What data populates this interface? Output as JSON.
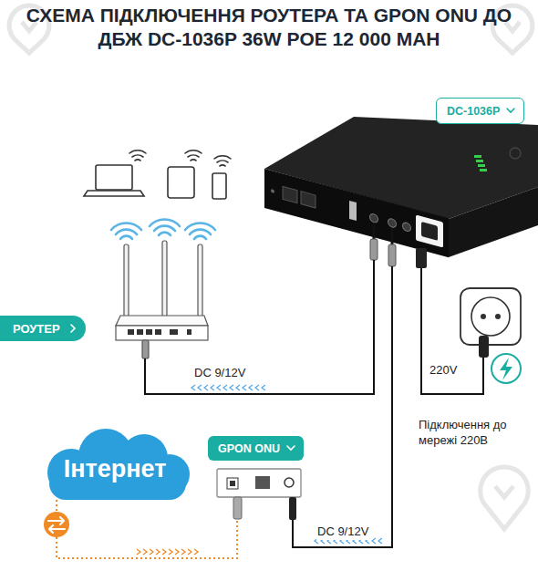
{
  "diagram": {
    "title": "СХЕМА ПІДКЛЮЧЕННЯ РОУТЕРА ТА GPON ONU ДО ДБЖ DC-1036P 36W POE 12 000 MAH",
    "nodes": [
      {
        "text": [
          "DC-1036P"
        ]
      },
      {
        "text": [
          "РОУТЕР"
        ]
      },
      {
        "text": [
          "GPON ONU"
        ]
      },
      {
        "text": [
          "Інтернет"
        ]
      }
    ],
    "labels": [
      "DC 9/12V",
      "220V",
      "Підключення до мережі 220В",
      "DC 9/12V"
    ]
  }
}
